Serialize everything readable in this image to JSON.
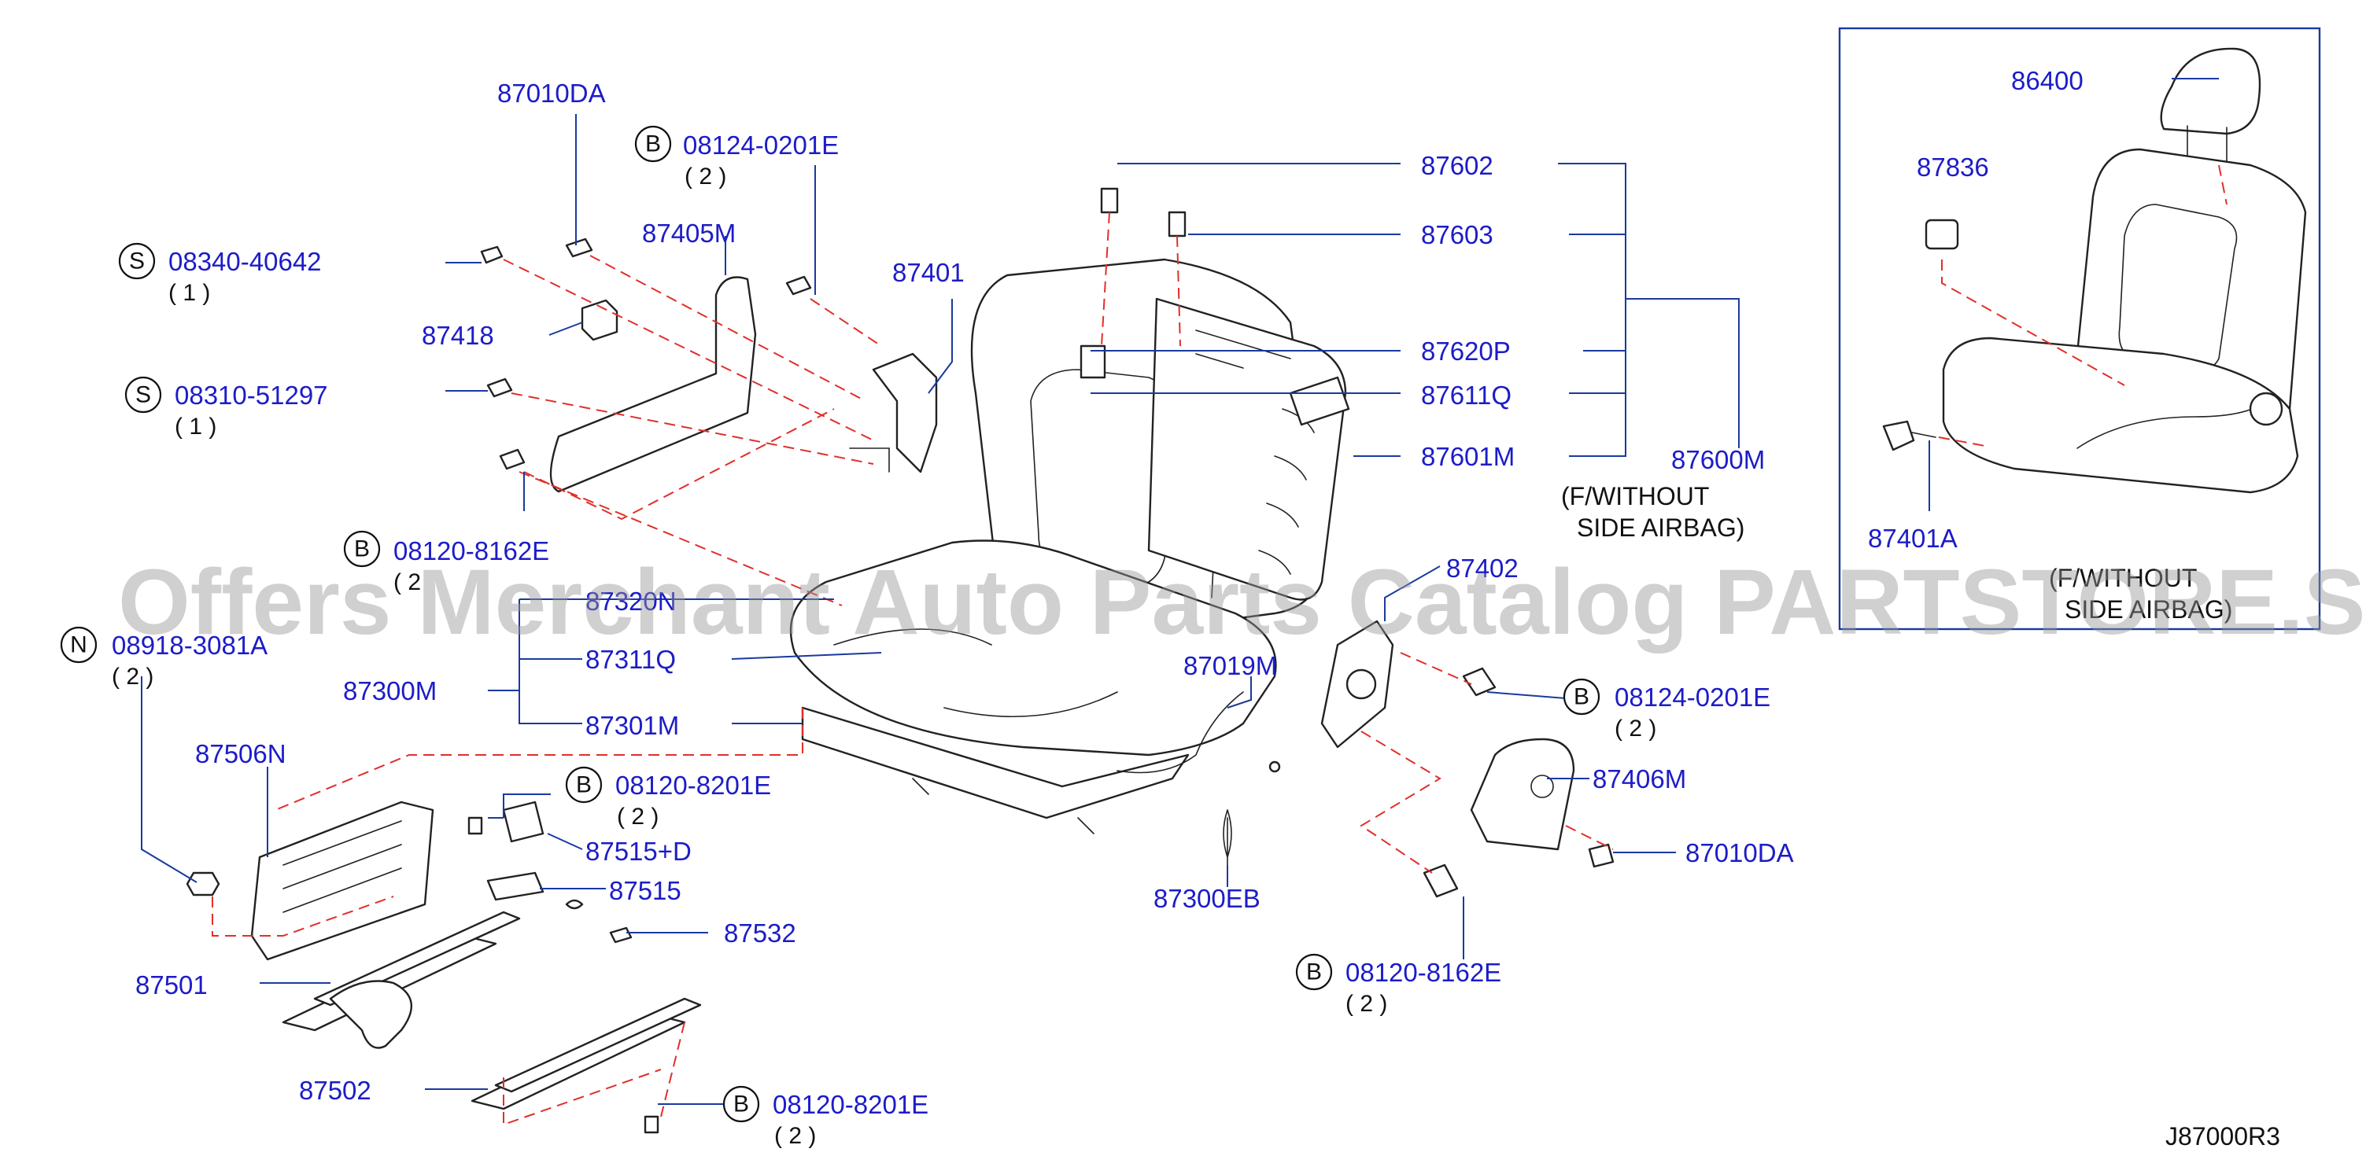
{
  "parts": {
    "p87010DA_a": "87010DA",
    "p08124_0201E_a": "08124-0201E",
    "p08124_0201E_a_qty": "( 2 )",
    "p87405M": "87405M",
    "p08340_40642": "08340-40642",
    "p08340_40642_qty": "( 1 )",
    "p87401": "87401",
    "p87418": "87418",
    "p08310_51297": "08310-51297",
    "p08310_51297_qty": "( 1 )",
    "p08120_8162E_a": "08120-8162E",
    "p08120_8162E_a_qty": "( 2",
    "p08918_3081A": "08918-3081A",
    "p08918_3081A_qty": "( 2 )",
    "p87320N": "87320N",
    "p87311Q": "87311Q",
    "p87300M": "87300M",
    "p87301M": "87301M",
    "p87506N": "87506N",
    "p08120_8201E_a": "08120-8201E",
    "p08120_8201E_a_qty": "( 2 )",
    "p87515D": "87515+D",
    "p87515": "87515",
    "p87532": "87532",
    "p87501": "87501",
    "p87502": "87502",
    "p08120_8201E_b": "08120-8201E",
    "p08120_8201E_b_qty": "( 2 )",
    "p87602": "87602",
    "p87603": "87603",
    "p87620P": "87620P",
    "p87611Q": "87611Q",
    "p87601M": "87601M",
    "p87600M": "87600M",
    "note_without_airbag_1": "(F/WITHOUT",
    "note_without_airbag_2": "SIDE  AIRBAG)",
    "p87402": "87402",
    "p87019M": "87019M",
    "p08124_0201E_b": "08124-0201E",
    "p08124_0201E_b_qty": "( 2 )",
    "p87406M": "87406M",
    "p87010DA_b": "87010DA",
    "p87300EB": "87300EB",
    "p08120_8162E_b": "08120-8162E",
    "p08120_8162E_b_qty": "( 2 )",
    "inset_86400": "86400",
    "inset_87836": "87836",
    "inset_87401A": "87401A",
    "inset_note_1": "(F/WITHOUT",
    "inset_note_2": "SIDE  AIRBAG)"
  },
  "prefix_letters": {
    "B": "B",
    "S": "S",
    "N": "N"
  },
  "diagram_code": "J87000R3",
  "watermark": "Offers Merchant Auto Parts Catalog PARTSTORE.SA",
  "colors": {
    "part_number": "#1c1cc8",
    "leader_line": "#1a3a9e",
    "dashed_line": "#e0302a",
    "outline": "#222222"
  }
}
